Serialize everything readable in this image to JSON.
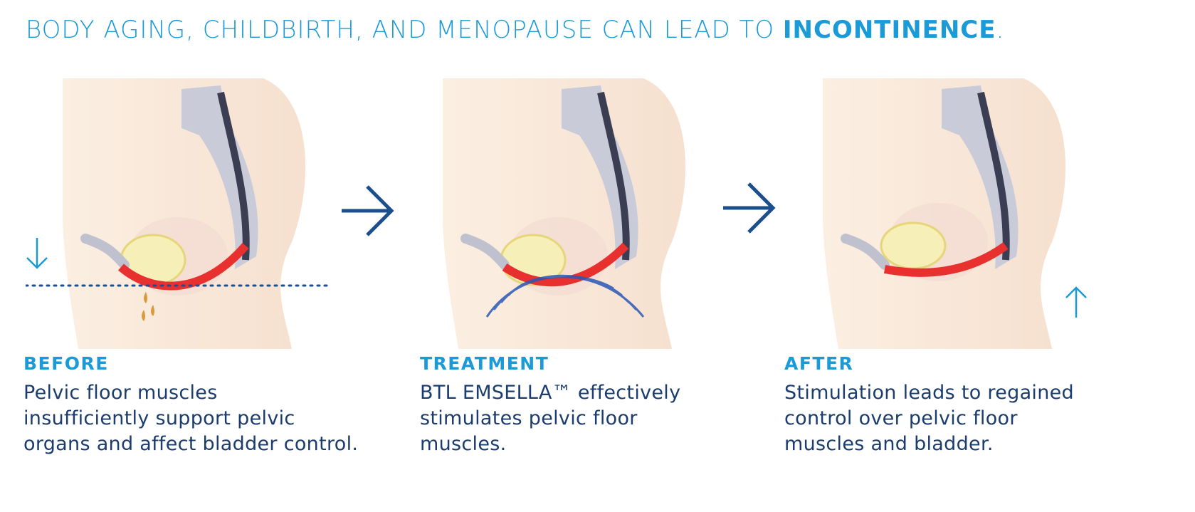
{
  "colors": {
    "accent": "#1a9ad6",
    "dark_blue": "#1b4f8c",
    "muscle": "#e8312f",
    "skin": "#fbf1e6",
    "bone": "#c9cbd9",
    "wave": "#2a58b6"
  },
  "headline": {
    "prefix": "BODY AGING, CHILDBIRTH, AND MENOPAUSE CAN LEAD TO ",
    "emphasis": "INCONTINENCE",
    "suffix": "."
  },
  "steps": [
    {
      "title": "BEFORE",
      "description_lines": [
        "Pelvic floor muscles",
        "insufficiently support pelvic",
        "organs and affect bladder control."
      ]
    },
    {
      "title": "TREATMENT",
      "description_lines": [
        "BTL EMSELLA™ effectively",
        "stimulates pelvic floor",
        "muscles."
      ]
    },
    {
      "title": "AFTER",
      "description_lines": [
        "Stimulation leads to regained",
        "control over pelvic floor",
        "muscles and bladder."
      ]
    }
  ],
  "icons": {
    "step_arrow": "arrow-right-icon",
    "down": "arrow-down-icon",
    "up": "arrow-up-icon"
  }
}
